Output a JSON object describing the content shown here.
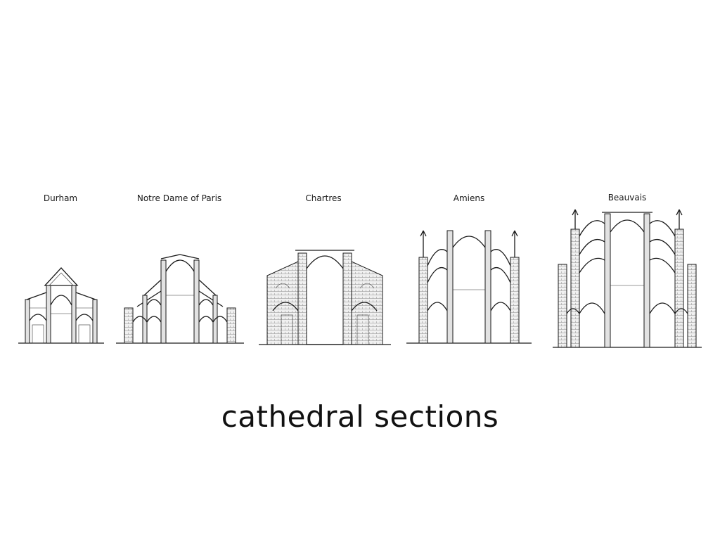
{
  "title": "cathedral sections",
  "sections": [
    {
      "label": "Durham"
    },
    {
      "label": "Notre Dame of Paris"
    },
    {
      "label": "Chartres"
    },
    {
      "label": "Amiens"
    },
    {
      "label": "Beauvais"
    }
  ]
}
